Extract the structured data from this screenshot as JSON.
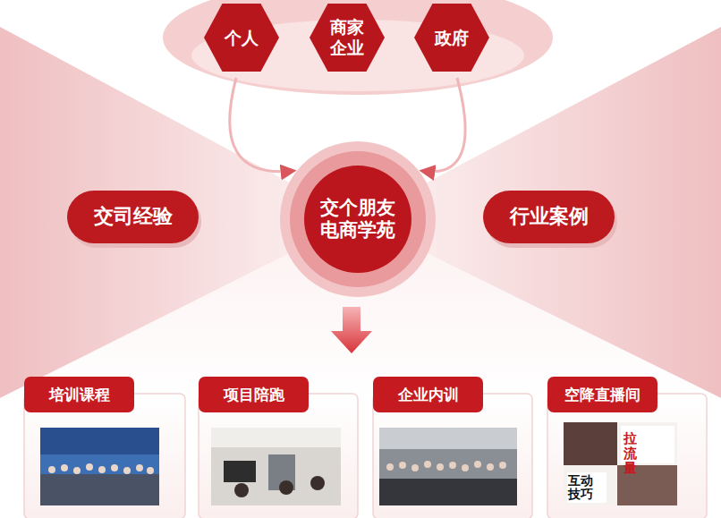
{
  "diagram": {
    "nodes": [
      {
        "text": [
          "个人"
        ]
      },
      {
        "text": [
          "商家 企业"
        ]
      },
      {
        "text": [
          "政府"
        ]
      },
      {
        "text": [
          "交个朋友 电商学苑"
        ]
      },
      {
        "text": [
          "交司经验"
        ]
      },
      {
        "text": [
          "行业案例"
        ]
      },
      {
        "text": [
          "培训课程"
        ]
      },
      {
        "text": [
          "项目陪跑"
        ]
      },
      {
        "text": [
          "企业内训"
        ]
      },
      {
        "text": [
          "空降直播间"
        ]
      }
    ],
    "edges": [
      {
        "from": 0,
        "to": 3,
        "arrow": "to"
      },
      {
        "from": 2,
        "to": 3,
        "arrow": "to"
      }
    ],
    "labels": [
      "拉流量",
      "互动 技巧"
    ]
  }
}
